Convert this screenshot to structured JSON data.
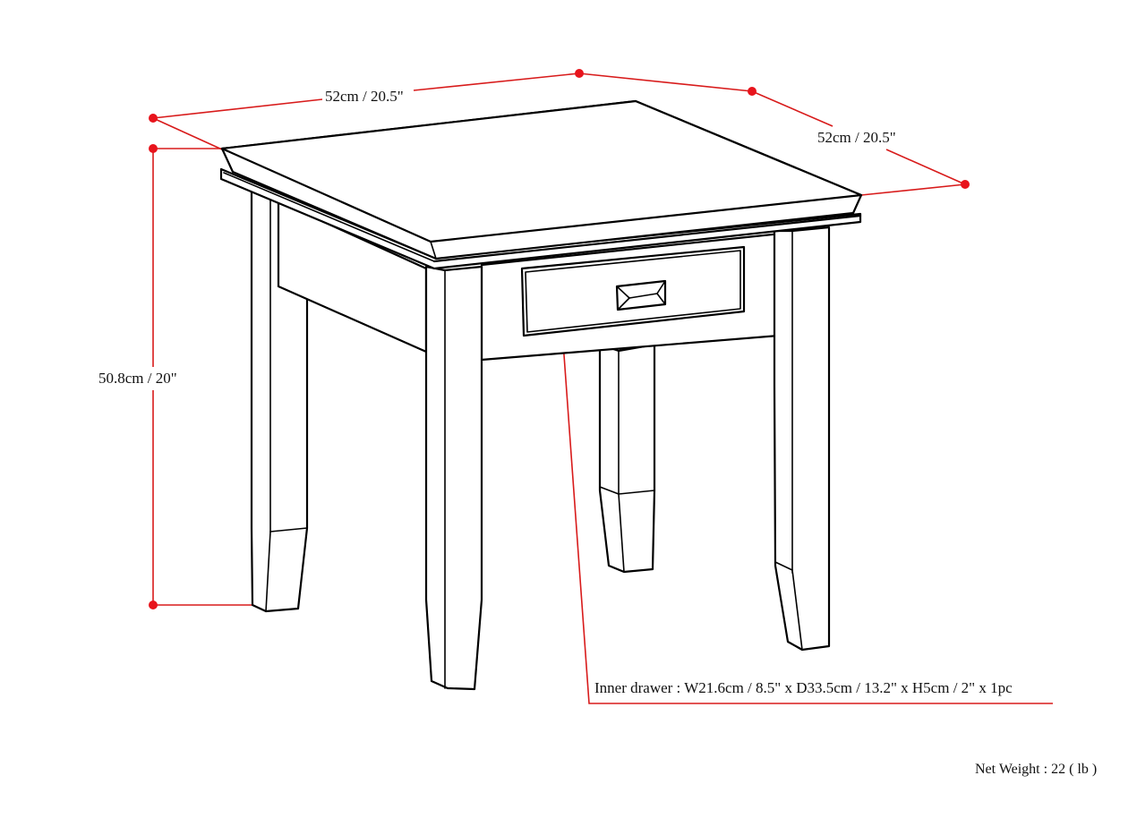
{
  "product": {
    "type": "End table with one drawer",
    "view": "isometric line drawing"
  },
  "dimensions": {
    "width_label": "52cm / 20.5\"",
    "depth_label": "52cm / 20.5\"",
    "height_label": "50.8cm / 20\""
  },
  "drawer": {
    "inner_label": "Inner drawer : W21.6cm / 8.5\" x D33.5cm / 13.2\" x H5cm / 2\" x 1pc"
  },
  "weight": {
    "net_label": "Net Weight : 22 ( lb )"
  },
  "colors": {
    "dimension_line": "#d81b1b",
    "dimension_dot": "#e8141c",
    "outline": "#000000",
    "background": "#ffffff"
  }
}
